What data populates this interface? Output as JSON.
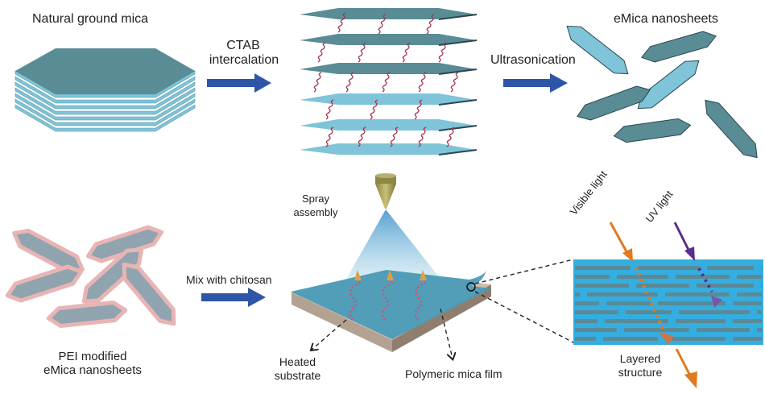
{
  "labels": {
    "natural_mica": "Natural ground mica",
    "ctab_1": "CTAB",
    "ctab_2": "intercalation",
    "ultrasonication": "Ultrasonication",
    "emica": "eMica nanosheets",
    "pei_1": "PEI modified",
    "pei_2": "eMica nanosheets",
    "mix_chitosan": "Mix with chitosan",
    "spray_1": "Spray",
    "spray_2": "assembly",
    "heated_1": "Heated",
    "heated_2": "substrate",
    "film": "Polymeric mica film",
    "visible_light": "Visible light",
    "uv_light": "UV light",
    "layered_1": "Layered",
    "layered_2": "structure"
  },
  "colors": {
    "arrow_blue": "#2f56a6",
    "mica_dark": "#5a8c96",
    "mica_light": "#7fc4d8",
    "ctab_chain": "#a8344a",
    "pei_halo": "#e8b4b4",
    "nozzle": "#a39a5a",
    "substrate": "#b8a898",
    "film": "#4b9bb8",
    "visible": "#e07a20",
    "uv": "#5b2d8e",
    "layered_bg": "#34aee0"
  }
}
